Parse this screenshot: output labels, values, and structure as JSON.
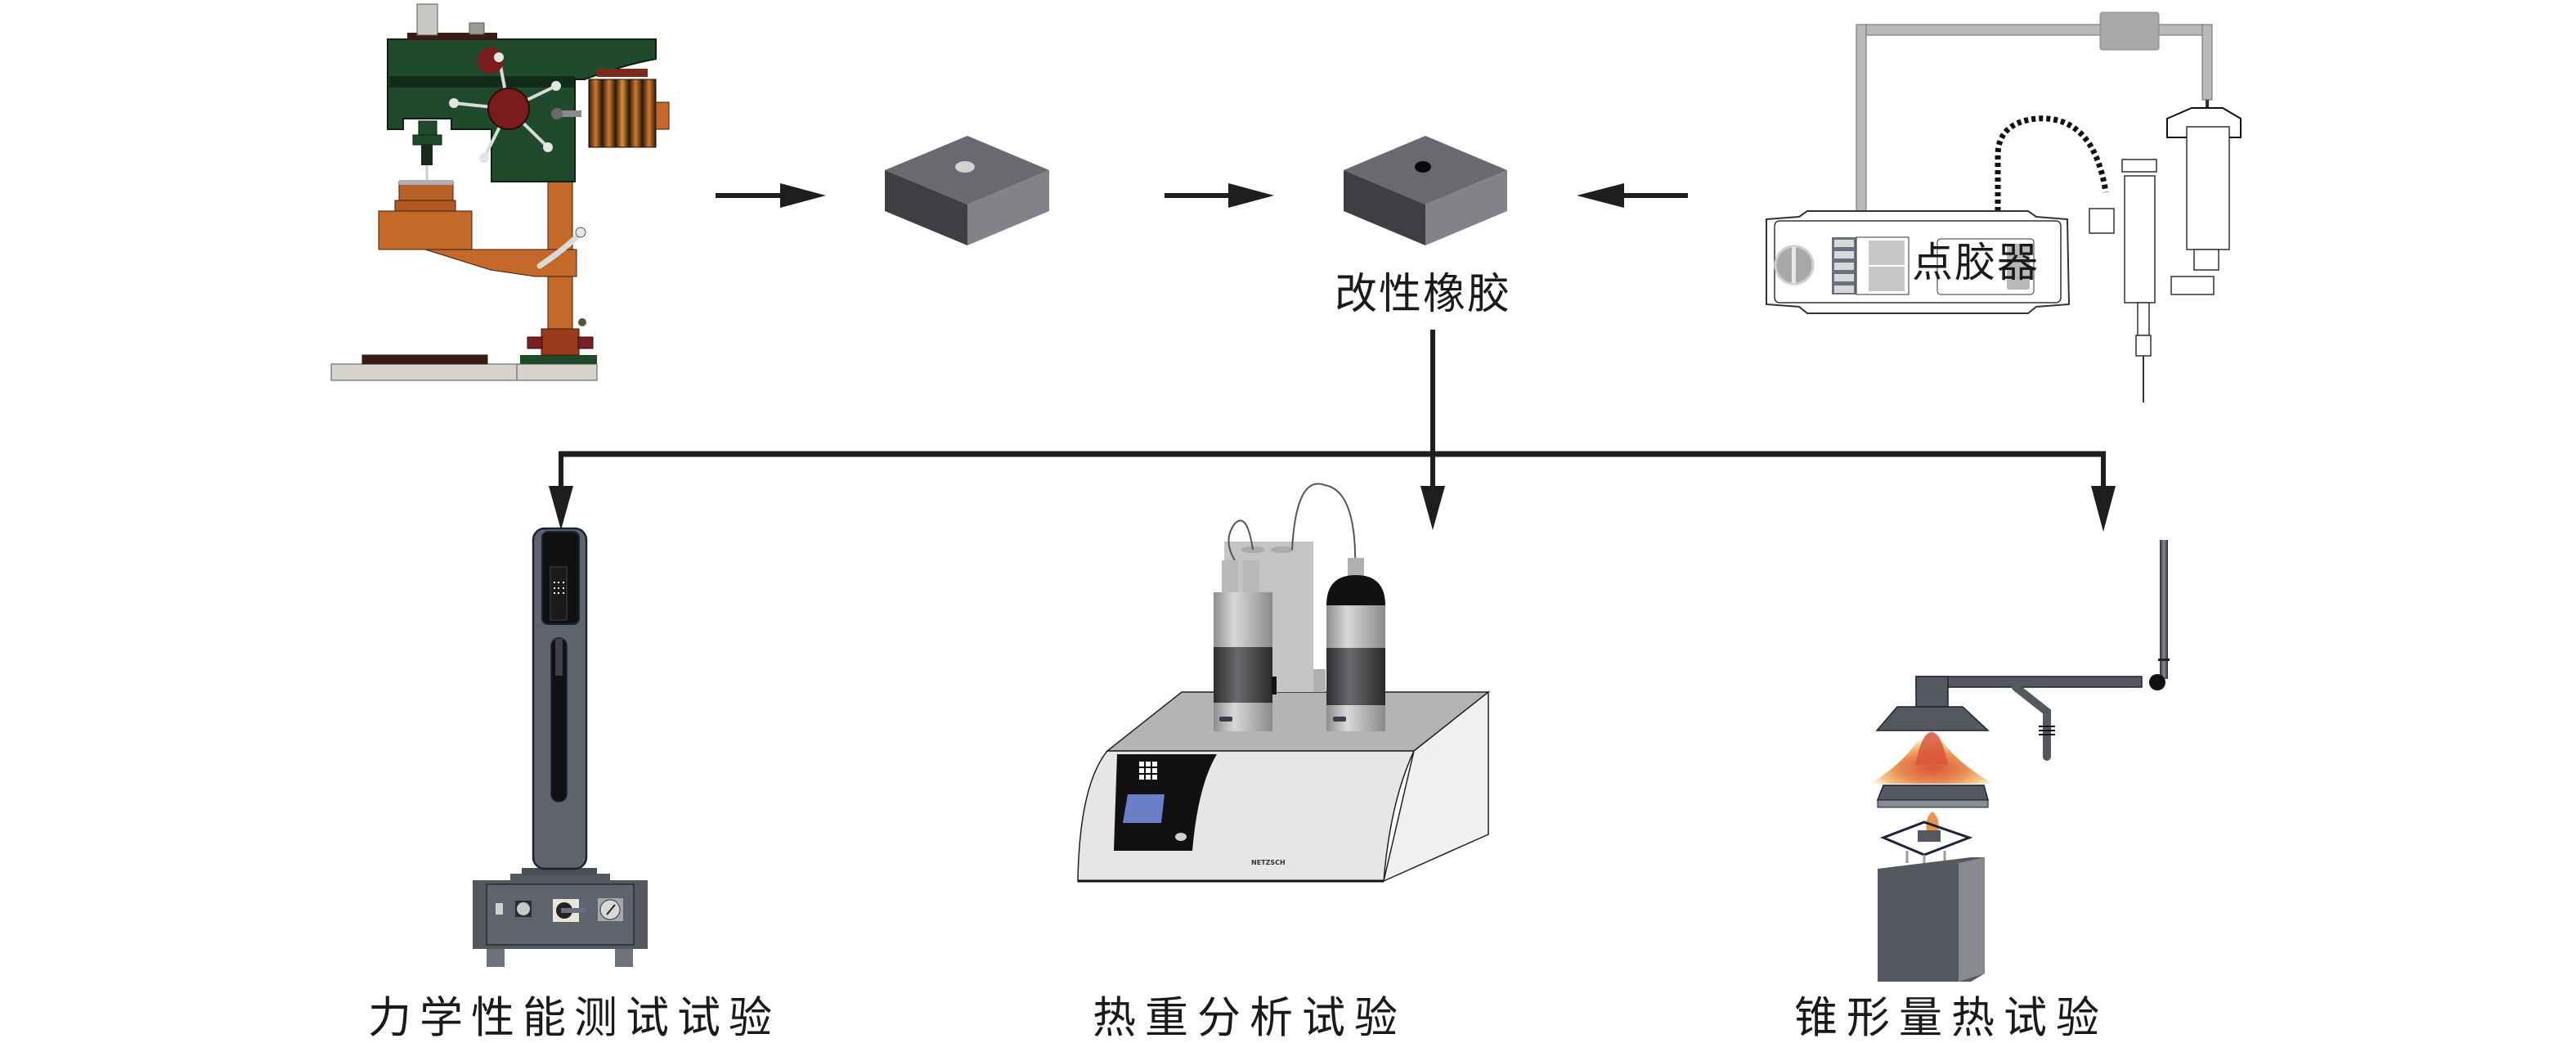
{
  "figure": {
    "type": "process-flow-diagram",
    "description": "Modified rubber sample preparation and test workflow"
  },
  "nodes": {
    "drill_press": {
      "label": "",
      "icon": "drill-press"
    },
    "drilled_block": {
      "label": "",
      "icon": "rubber-block-with-hole"
    },
    "modified_rubber": {
      "label": "改性橡胶",
      "icon": "rubber-block-filled"
    },
    "glue_dispenser": {
      "label": "点胶器",
      "icon": "glue-dispenser"
    },
    "mechanical_test": {
      "label": "力学性能测试试验",
      "icon": "universal-testing-machine"
    },
    "tga_test": {
      "label": "热重分析试验",
      "icon": "thermogravimetric-analyzer",
      "brand_text": "NETZSCH"
    },
    "cone_test": {
      "label": "锥形量热试验",
      "icon": "cone-calorimeter"
    }
  },
  "edges": [
    {
      "from": "drill_press",
      "to": "drilled_block",
      "direction": "right"
    },
    {
      "from": "drilled_block",
      "to": "modified_rubber",
      "direction": "right"
    },
    {
      "from": "glue_dispenser",
      "to": "modified_rubber",
      "direction": "left"
    },
    {
      "from": "modified_rubber",
      "to": "mechanical_test",
      "direction": "down"
    },
    {
      "from": "modified_rubber",
      "to": "tga_test",
      "direction": "down"
    },
    {
      "from": "modified_rubber",
      "to": "cone_test",
      "direction": "down"
    }
  ],
  "colors": {
    "arrow": "#1e1e1e",
    "block_top": "#6a6c70",
    "block_left": "#3e3f43",
    "block_right": "#818388",
    "drill_green": "#1f4a2c",
    "drill_orange": "#c4692a",
    "drill_red": "#7a1c1c",
    "tester_body": "#5f636b",
    "tga_body": "#e6e6e6",
    "tga_screen": "#6a7fc8",
    "flame_outer": "#f3c98a",
    "flame_inner": "#d9553a"
  }
}
